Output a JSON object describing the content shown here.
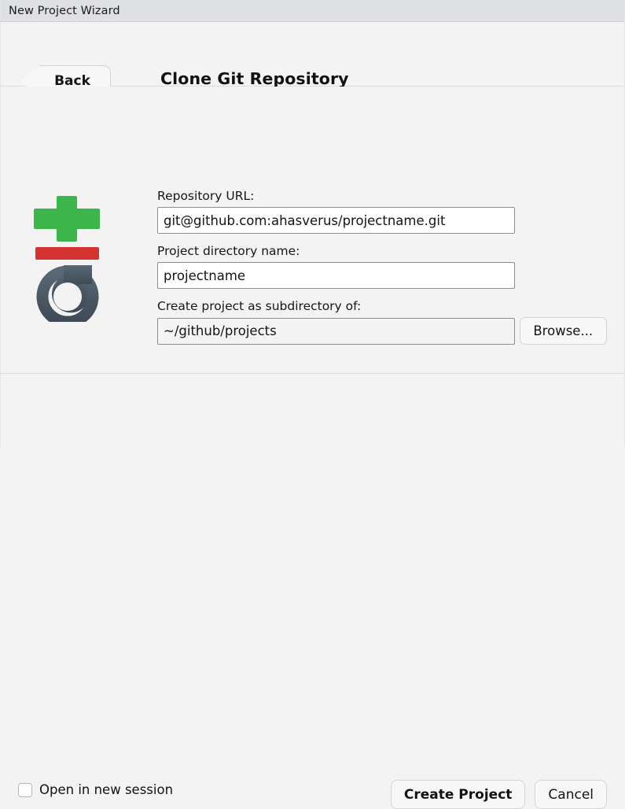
{
  "window": {
    "title": "New Project Wizard"
  },
  "header": {
    "back_label": "Back",
    "title": "Clone Git Repository",
    "back_icon": "chevron-left-icon"
  },
  "icon": {
    "name": "git-new-project-icon",
    "plus_color": "#3cb54a",
    "bar_color": "#d33430",
    "ring_color": "#4a5864"
  },
  "form": {
    "repository_url": {
      "label": "Repository URL:",
      "value": "git@github.com:ahasverus/projectname.git",
      "placeholder": ""
    },
    "project_directory": {
      "label": "Project directory name:",
      "value": "projectname",
      "placeholder": ""
    },
    "subdirectory": {
      "label": "Create project as subdirectory of:",
      "value": "~/github/projects",
      "placeholder": "",
      "browse_label": "Browse..."
    }
  },
  "footer": {
    "open_new_session_label": "Open in new session",
    "open_new_session_checked": false,
    "create_label": "Create Project",
    "cancel_label": "Cancel"
  }
}
